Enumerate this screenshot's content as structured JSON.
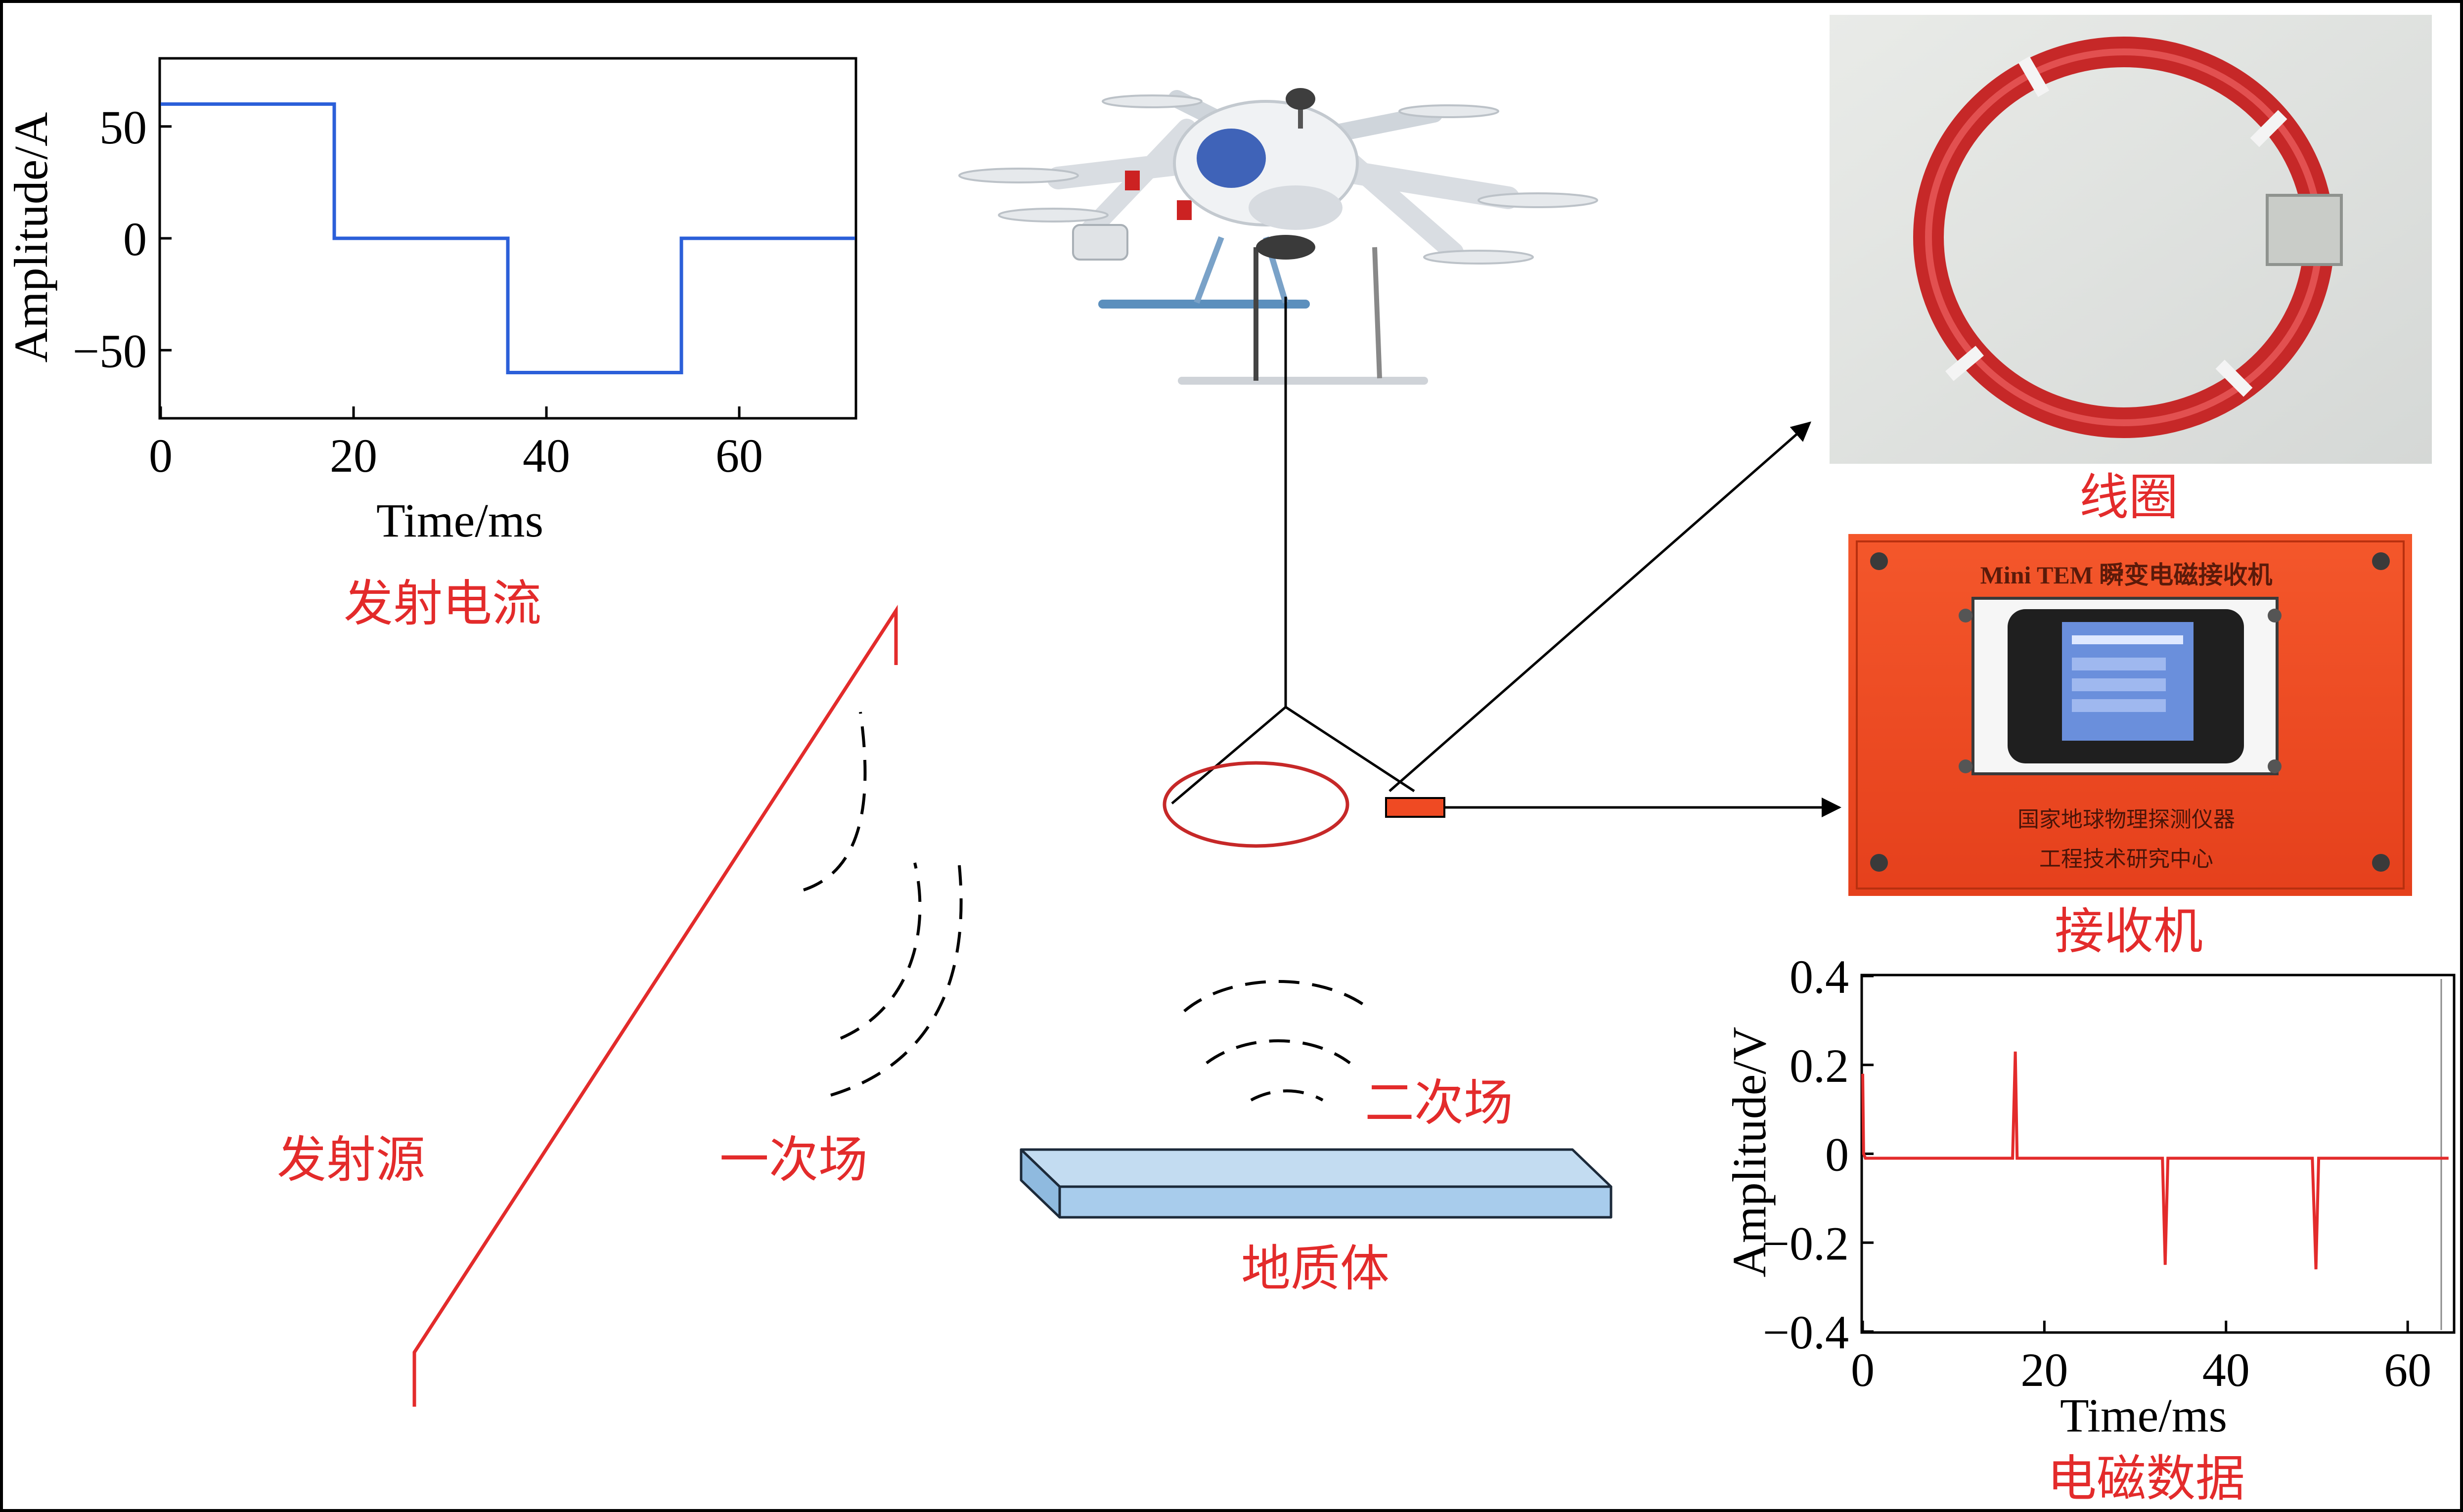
{
  "labels": {
    "transmit_current": "发射电流",
    "transmit_source": "发射源",
    "primary_field": "一次场",
    "secondary_field": "二次场",
    "geologic_body": "地质体",
    "coil": "线圈",
    "receiver": "接收机",
    "em_data": "电磁数据"
  },
  "receiver_photo": {
    "header": "Mini TEM 瞬变电磁接收机",
    "line1": "国家地球物理探测仪器",
    "line2": "工程技术研究中心"
  },
  "colors": {
    "annotation": "#e32b2b",
    "current_line": "#2b5fd9",
    "data_line": "#e32b2b",
    "geologic_body": "#a8ccec",
    "receiver_box": "#ef4a23",
    "coil": "#c62828"
  },
  "icons": [
    "drone-image",
    "coil-photo",
    "receiver-photo",
    "arrow-icon"
  ],
  "chart_data": [
    {
      "type": "line",
      "title": "",
      "xlabel": "Time/ms",
      "ylabel": "Amplitude/A",
      "xlim": [
        0,
        72
      ],
      "ylim": [
        -80,
        80
      ],
      "xticks": [
        0,
        20,
        40,
        60
      ],
      "yticks": [
        50,
        0,
        -50
      ],
      "series": [
        {
          "x": [
            0,
            18,
            18,
            36,
            36,
            54,
            54,
            72
          ],
          "y": [
            60,
            60,
            0,
            0,
            -60,
            -60,
            0,
            0
          ]
        }
      ]
    },
    {
      "type": "line",
      "title": "",
      "xlabel": "Time/ms",
      "ylabel": "Amplitude/V",
      "xlim": [
        0,
        65
      ],
      "ylim": [
        -0.4,
        0.4
      ],
      "xticks": [
        0,
        20,
        40,
        60
      ],
      "yticks": [
        0.4,
        0.2,
        0,
        -0.2,
        -0.4
      ],
      "series": [
        {
          "x": [
            0,
            0.1,
            0.3,
            16.5,
            16.8,
            17.0,
            17.2,
            33.0,
            33.3,
            33.6,
            33.9,
            49.5,
            49.9,
            50.2,
            50.5,
            64.5
          ],
          "y": [
            0.18,
            0.0,
            -0.01,
            -0.01,
            0.23,
            -0.01,
            -0.01,
            -0.01,
            -0.25,
            -0.01,
            -0.01,
            -0.01,
            -0.26,
            -0.01,
            -0.01,
            -0.01
          ]
        }
      ]
    }
  ]
}
